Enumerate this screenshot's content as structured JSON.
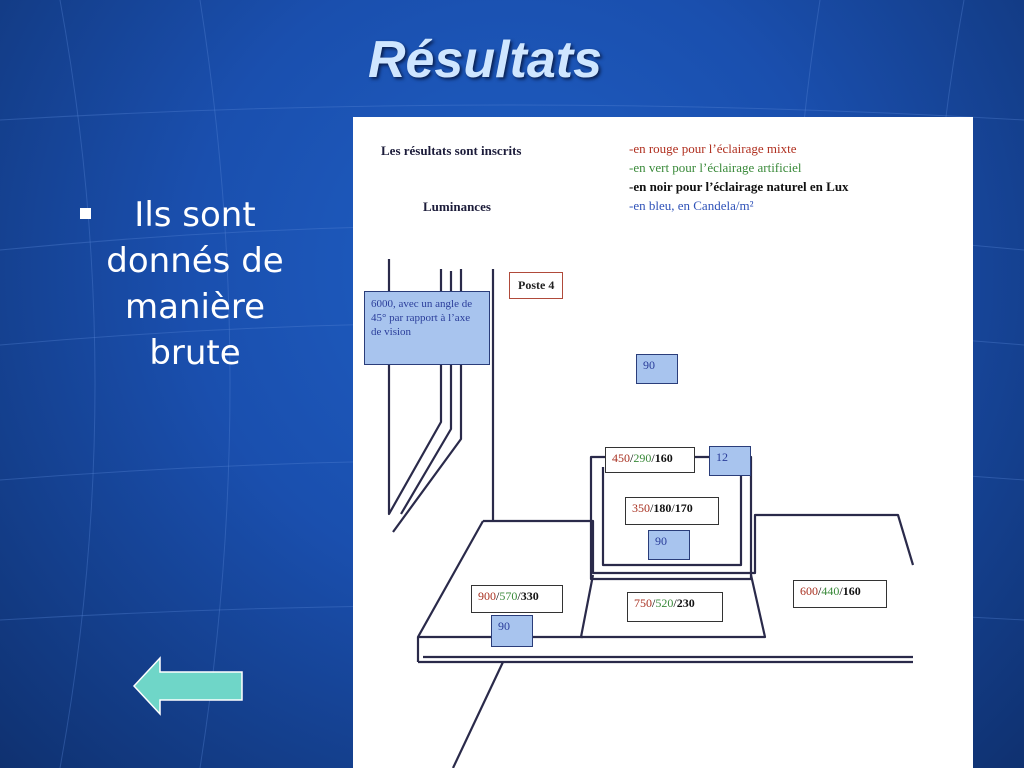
{
  "slide": {
    "title": "Résultats",
    "bullet": "Ils sont donnés de manière brute"
  },
  "figure": {
    "header_left": "Les résultats sont inscrits",
    "subheader": "Luminances",
    "legend": {
      "red": "-en rouge pour l’éclairage mixte",
      "green": "-en vert pour l’éclairage artificiel",
      "black": "-en noir pour l’éclairage naturel en Lux",
      "blue": "-en bleu, en Candela/m²"
    },
    "poste_label": "Poste 4",
    "annotation": "6000, avec un angle de 45° par rapport à l’axe de vision",
    "blue_values": {
      "top": "90",
      "monitor_side": "12",
      "keyboard": "90",
      "left_desk": "90"
    },
    "measurements": {
      "monitor": {
        "red": "450",
        "green": "290",
        "black": "160"
      },
      "screen": {
        "red": "350",
        "green": "180",
        "black": "170"
      },
      "left": {
        "red": "900",
        "green": "570",
        "black": "330"
      },
      "center": {
        "red": "750",
        "green": "520",
        "black": "230"
      },
      "right": {
        "red": "600",
        "green": "440",
        "black": "160"
      }
    }
  },
  "colors": {
    "background": "#1a4fae",
    "title": "#cfe6ff",
    "arrow_fill": "#6fd6c8",
    "mixed": "#a83020",
    "artificial": "#3a8a3a",
    "candela": "#2f52b8"
  },
  "icons": {
    "back": "left-arrow-icon"
  }
}
